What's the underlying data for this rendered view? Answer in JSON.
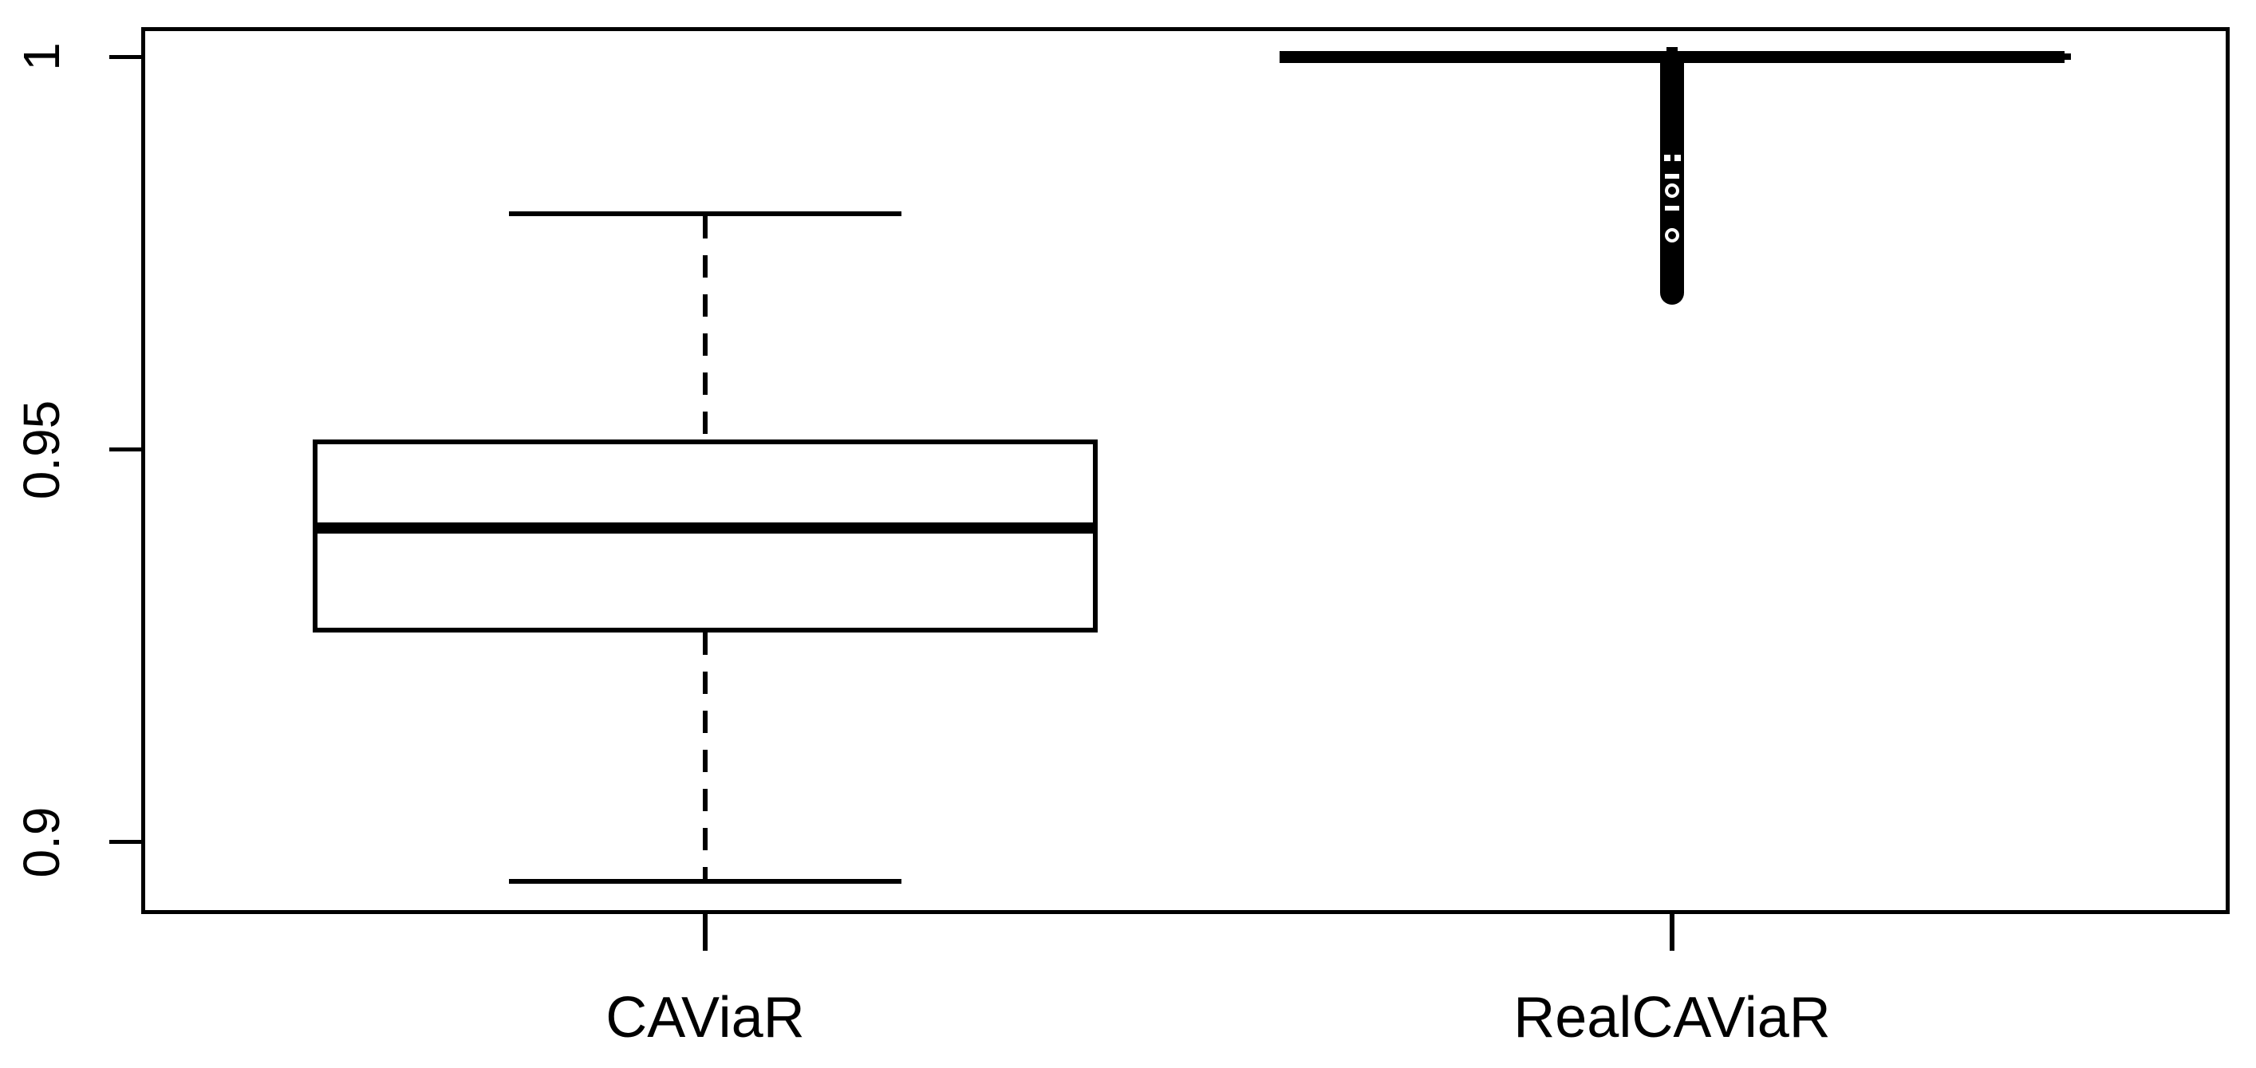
{
  "chart_data": {
    "type": "boxplot",
    "title": "",
    "xlabel": "",
    "ylabel": "",
    "categories": [
      "CAViaR",
      "RealCAViaR"
    ],
    "ylim": [
      0.891,
      1.004
    ],
    "yticks": [
      1,
      0.95,
      0.9
    ],
    "ytick_labels": [
      "1",
      "0.95",
      "0.9"
    ],
    "grid": false,
    "legend": false,
    "orientation": "vertical",
    "series": [
      {
        "name": "CAViaR",
        "lower_whisker": 0.895,
        "q1": 0.927,
        "median": 0.94,
        "q3": 0.951,
        "upper_whisker": 0.98,
        "outliers": []
      },
      {
        "name": "RealCAViaR",
        "lower_whisker": 1.0,
        "q1": 1.0,
        "median": 1.0,
        "q3": 1.0,
        "upper_whisker": 1.0,
        "outliers_dense_range": [
          0.97,
          0.999
        ],
        "outlier_gap_marks": [
          {
            "value": 0.9871,
            "shape": "dots"
          },
          {
            "value": 0.9848,
            "shape": "dash"
          },
          {
            "value": 0.9829,
            "shape": "ring"
          },
          {
            "value": 0.9807,
            "shape": "dash"
          },
          {
            "value": 0.9773,
            "shape": "ring"
          }
        ]
      }
    ],
    "colors": {
      "stroke": "#000000",
      "fill": "#ffffff",
      "background": "#ffffff"
    }
  }
}
